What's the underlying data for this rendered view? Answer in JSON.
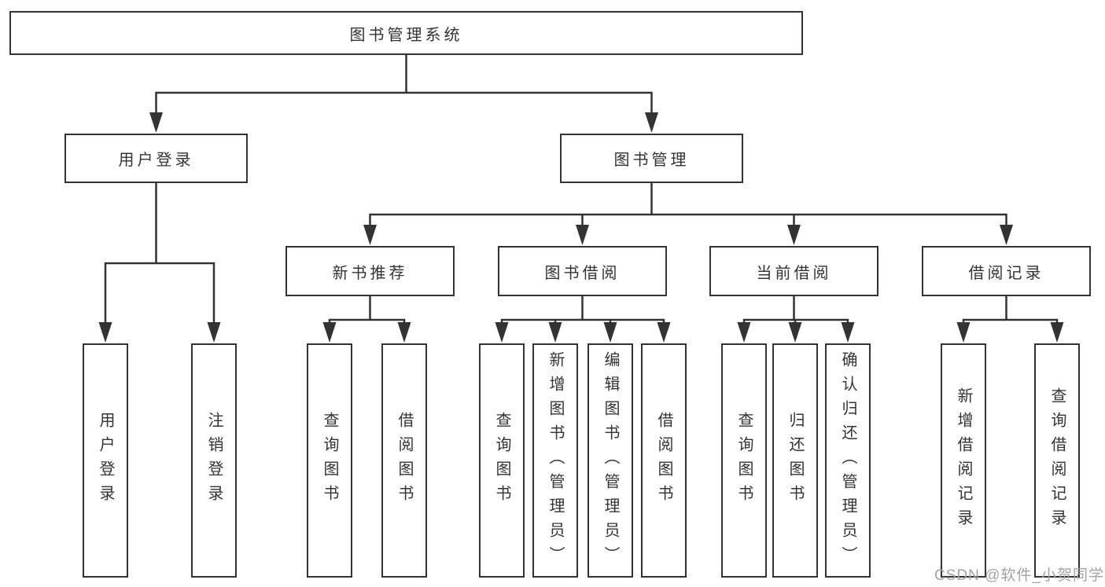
{
  "diagram_title": "图书管理系统",
  "nodes": {
    "root": "图书管理系统",
    "user_login": "用户登录",
    "book_mgmt": "图书管理",
    "new_book_rec": "新书推荐",
    "book_borrow": "图书借阅",
    "current_borrow": "当前借阅",
    "borrow_records": "借阅记录",
    "leaf_user_login": "用户登录",
    "leaf_logout": "注销登录",
    "leaf_nbr_query_book": "查询图书",
    "leaf_nbr_borrow_book": "借阅图书",
    "leaf_bb_query_book": "查询图书",
    "leaf_bb_add_book": "新增图书（管理员）",
    "leaf_bb_edit_book": "编辑图书（管理员）",
    "leaf_bb_borrow_book": "借阅图书",
    "leaf_cb_query_book": "查询图书",
    "leaf_cb_return_book": "归还图书",
    "leaf_cb_confirm_return": "确认归还（管理员）",
    "leaf_br_add_record": "新增借阅记录",
    "leaf_br_query_record": "查询借阅记录"
  },
  "hierarchy": {
    "图书管理系统": {
      "用户登录": [
        "用户登录",
        "注销登录"
      ],
      "图书管理": {
        "新书推荐": [
          "查询图书",
          "借阅图书"
        ],
        "图书借阅": [
          "查询图书",
          "新增图书（管理员）",
          "编辑图书（管理员）",
          "借阅图书"
        ],
        "当前借阅": [
          "查询图书",
          "归还图书",
          "确认归还（管理员）"
        ],
        "借阅记录": [
          "新增借阅记录",
          "查询借阅记录"
        ]
      }
    }
  },
  "watermark": "CSDN @软件_小贺同学",
  "colors": {
    "line": "#333333",
    "box_border": "#333333",
    "text": "#333333",
    "watermark": "#a3a3a3",
    "background": "#ffffff"
  }
}
